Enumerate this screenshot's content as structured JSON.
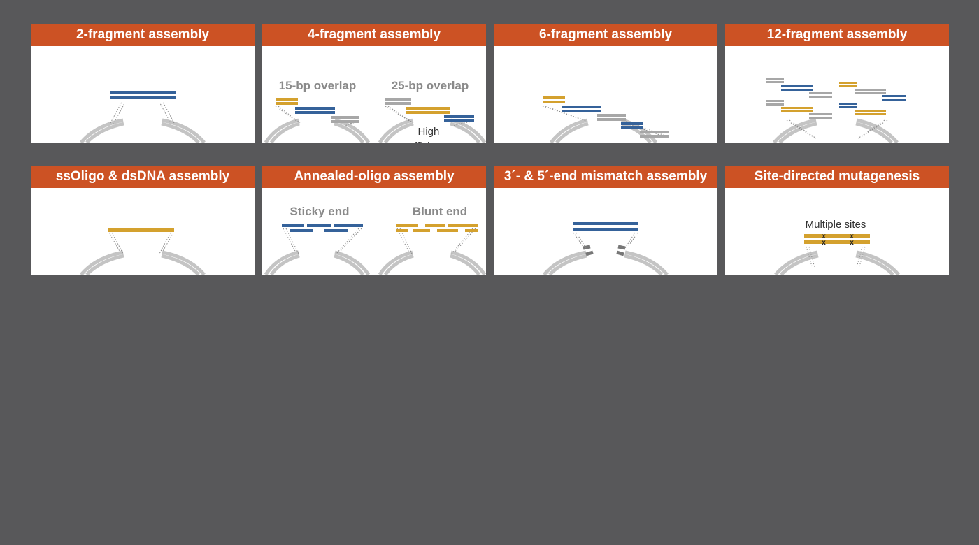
{
  "colors": {
    "background": "#58585a",
    "header": "#cc5224",
    "blue": "#35629a",
    "gold": "#d4a12e",
    "grey": "#a7a7a7",
    "ring": "#c4c4c4"
  },
  "panels": [
    {
      "title": "2-fragment assembly"
    },
    {
      "title": "4-fragment assembly",
      "labels": [
        "15-bp overlap",
        "25-bp overlap"
      ],
      "note": [
        "High",
        "efficiency"
      ]
    },
    {
      "title": "6-fragment assembly"
    },
    {
      "title": "12-fragment assembly"
    },
    {
      "title": "ssOligo & dsDNA assembly"
    },
    {
      "title": "Annealed-oligo assembly",
      "labels": [
        "Sticky end",
        "Blunt end"
      ]
    },
    {
      "title": "3´- & 5´-end mismatch assembly"
    },
    {
      "title": "Site-directed mutagenesis",
      "labels": [
        "Multiple sites"
      ],
      "mutation_mark": "x"
    }
  ]
}
